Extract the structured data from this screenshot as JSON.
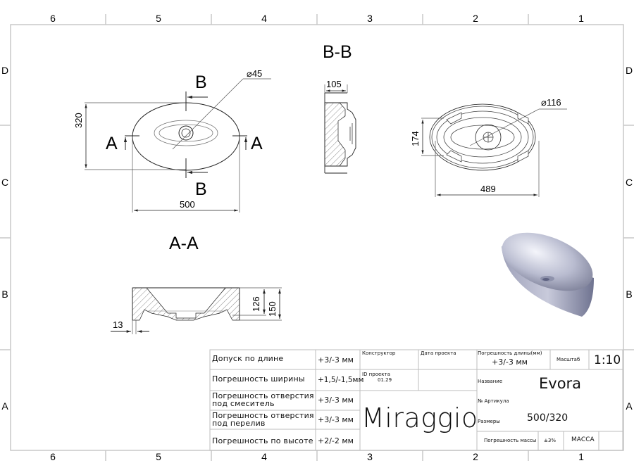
{
  "frame": {
    "column_labels": [
      "6",
      "5",
      "4",
      "3",
      "2",
      "1"
    ],
    "row_labels": [
      "D",
      "C",
      "B",
      "A"
    ]
  },
  "views": {
    "top_view": {
      "dims": {
        "diameter": "⌀45",
        "height": "320",
        "width": "500"
      },
      "section_marks": {
        "a_left": "A",
        "a_right": "A",
        "b_top": "B",
        "b_bottom": "B"
      }
    },
    "section_bb": {
      "title": "B-B",
      "dims": {
        "depth": "105"
      }
    },
    "bottom_view": {
      "dims": {
        "diameter": "⌀116",
        "inner_width": "174",
        "length": "489"
      }
    },
    "section_aa": {
      "title": "A-A",
      "dims": {
        "inner_height": "126",
        "total_height": "150",
        "wall": "13"
      }
    },
    "render_3d": {
      "description": "isometric-basin-render"
    }
  },
  "title_block": {
    "tolerances": [
      {
        "label": "Допуск по длине",
        "value": "+3/-3 мм"
      },
      {
        "label": "Погрешность ширины",
        "value": "+1,5/-1,5мм"
      },
      {
        "label": "Погрешность отверстия под смеситель",
        "label_line1": "Погрешность отверстия",
        "label_line2": "под смеситель",
        "value": "+3/-3 мм"
      },
      {
        "label": "Погрешность отверстия под перелив",
        "label_line1": "Погрешность отверстия",
        "label_line2": "под перелив",
        "value": "+3/-3 мм"
      },
      {
        "label": "Погрешность по высоте",
        "value": "+2/-2 мм"
      }
    ],
    "constructor_label": "Конструктор",
    "project_date_label": "Дата проекта",
    "project_id_label": "ID проекта",
    "project_id_value": "01.29",
    "brand": "Miraggio",
    "length_tolerance_label": "Погрешность длины(мм)",
    "length_tolerance_value": "+3/-3 мм",
    "scale_label": "Масштаб",
    "scale_value": "1:10",
    "name_label": "Название",
    "name_value": "Evora",
    "article_label": "№ Артикула",
    "size_label": "Размеры",
    "size_value": "500/320",
    "mass_tolerance_label": "Погрешность массы",
    "mass_tolerance_value": "±3%",
    "mass_label": "МАССА",
    "mass_value": ""
  }
}
